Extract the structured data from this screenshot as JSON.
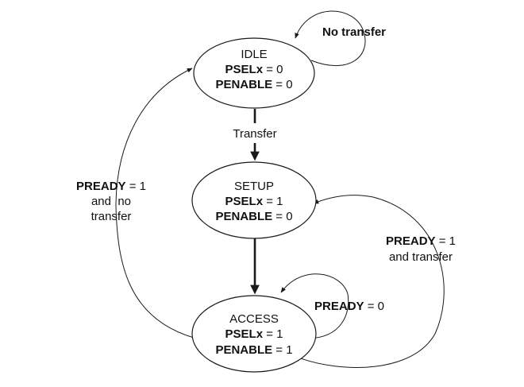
{
  "states": {
    "idle": {
      "name": "IDLE",
      "lines": [
        {
          "bold": "PSELx",
          "rest": " = 0"
        },
        {
          "bold": "PENABLE",
          "rest": " = 0"
        }
      ]
    },
    "setup": {
      "name": "SETUP",
      "lines": [
        {
          "bold": "PSELx",
          "rest": " = 1"
        },
        {
          "bold": "PENABLE",
          "rest": " = 0"
        }
      ]
    },
    "access": {
      "name": "ACCESS",
      "lines": [
        {
          "bold": "PSELx",
          "rest": " = 1"
        },
        {
          "bold": "PENABLE",
          "rest": " = 1"
        }
      ]
    }
  },
  "transitions": {
    "idle_self": {
      "label": "No transfer"
    },
    "idle_to_setup": {
      "label": "Transfer"
    },
    "access_to_idle": {
      "bold": "PREADY",
      "rest": " = 1",
      "line2": "and  no",
      "line3": "transfer"
    },
    "access_to_setup": {
      "bold": "PREADY",
      "rest": " = 1",
      "line2": "and transfer"
    },
    "access_self": {
      "bold": "PREADY",
      "rest": " = 0"
    }
  }
}
